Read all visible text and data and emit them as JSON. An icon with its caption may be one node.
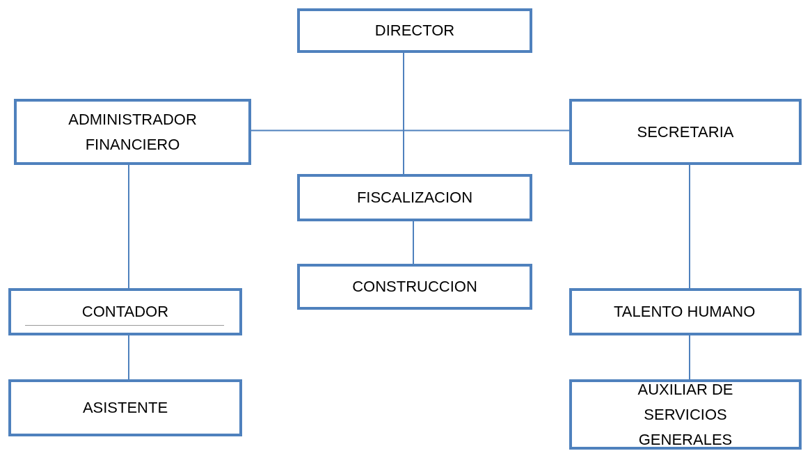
{
  "diagram": {
    "nodes": [
      {
        "text": [
          "DIRECTOR"
        ]
      },
      {
        "text": [
          "ADMINISTRADOR FINANCIERO"
        ]
      },
      {
        "text": [
          "SECRETARIA"
        ]
      },
      {
        "text": [
          "FISCALIZACION"
        ]
      },
      {
        "text": [
          "CONSTRUCCION"
        ]
      },
      {
        "text": [
          "CONTADOR"
        ]
      },
      {
        "text": [
          "TALENTO HUMANO"
        ]
      },
      {
        "text": [
          "ASISTENTE"
        ]
      },
      {
        "text": [
          "AUXILIAR DE SERVICIOS GENERALES"
        ]
      }
    ],
    "edges": [
      {
        "from": 0,
        "to": 1,
        "arrow": "none"
      },
      {
        "from": 0,
        "to": 2,
        "arrow": "none"
      },
      {
        "from": 0,
        "to": 3,
        "arrow": "none"
      },
      {
        "from": 3,
        "to": 4,
        "arrow": "none"
      },
      {
        "from": 1,
        "to": 5,
        "arrow": "none"
      },
      {
        "from": 5,
        "to": 7,
        "arrow": "none"
      },
      {
        "from": 2,
        "to": 6,
        "arrow": "none"
      },
      {
        "from": 6,
        "to": 8,
        "arrow": "none"
      }
    ]
  }
}
